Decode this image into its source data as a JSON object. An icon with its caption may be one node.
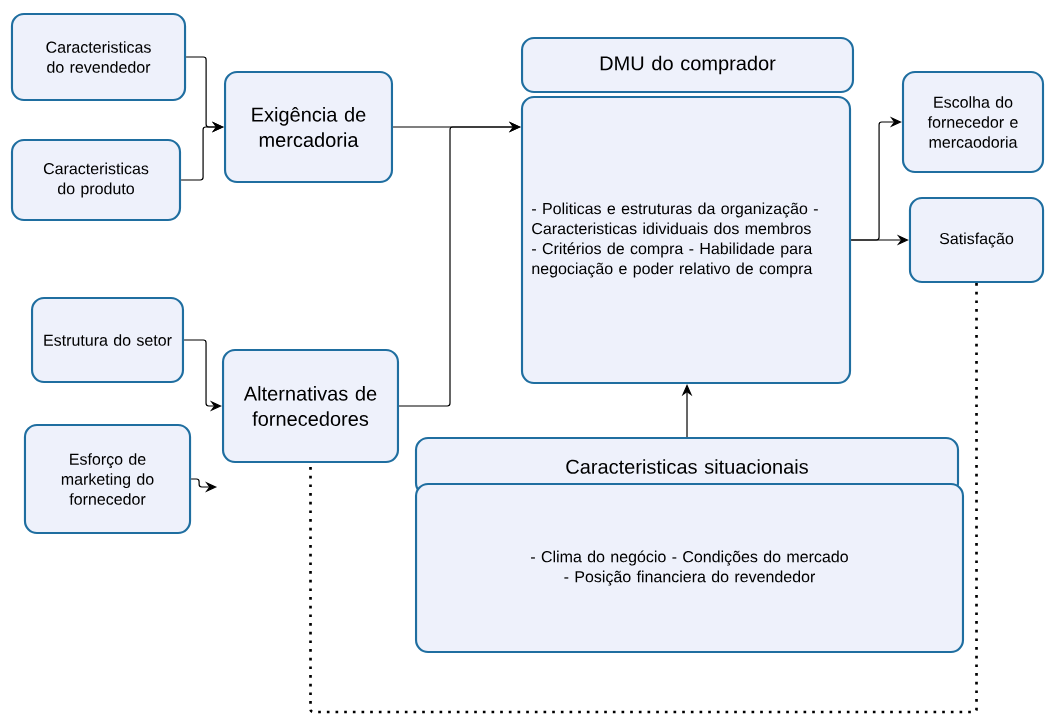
{
  "diagram": {
    "nodes": [
      {
        "text": [
          "Caracteristicas do revendedor"
        ]
      },
      {
        "text": [
          "Caracteristicas do produto"
        ]
      },
      {
        "text": [
          "Exigência de mercadoria"
        ]
      },
      {
        "text": [
          "Estrutura do setor"
        ]
      },
      {
        "text": [
          "Alternativas de fornecedores"
        ]
      },
      {
        "text": [
          "Esforço de marketing do fornecedor"
        ]
      },
      {
        "text": [
          "DMU do comprador"
        ]
      },
      {
        "text": [
          "- Politicas e estruturas da organização - Caracteristicas idividuais dos membros - Critérios de compra - Habilidade para negociação e poder relativo de compra"
        ]
      },
      {
        "text": [
          "Escolha do fornecedor e mercaodoria"
        ]
      },
      {
        "text": [
          "Satisfação"
        ]
      },
      {
        "text": [
          "Caracteristicas situacionais"
        ]
      },
      {
        "text": [
          "- Clima do negócio - Condições do mercado - Posição financiera do revendedor"
        ]
      }
    ],
    "edges": [
      {
        "from": 0,
        "to": 2,
        "arrow": "to"
      },
      {
        "from": 1,
        "to": 2,
        "arrow": "to"
      },
      {
        "from": 3,
        "to": 4,
        "arrow": "to"
      },
      {
        "from": 5,
        "to": null,
        "arrow": "to"
      },
      {
        "from": 2,
        "to": 7,
        "arrow": "to"
      },
      {
        "from": 4,
        "to": 7,
        "arrow": "to"
      },
      {
        "from": 7,
        "to": 8,
        "arrow": "to"
      },
      {
        "from": 7,
        "to": 9,
        "arrow": "to"
      },
      {
        "from": 10,
        "to": 7,
        "arrow": "to"
      },
      {
        "from": 9,
        "to": 4,
        "arrow": "none",
        "style": "dashed"
      }
    ]
  }
}
